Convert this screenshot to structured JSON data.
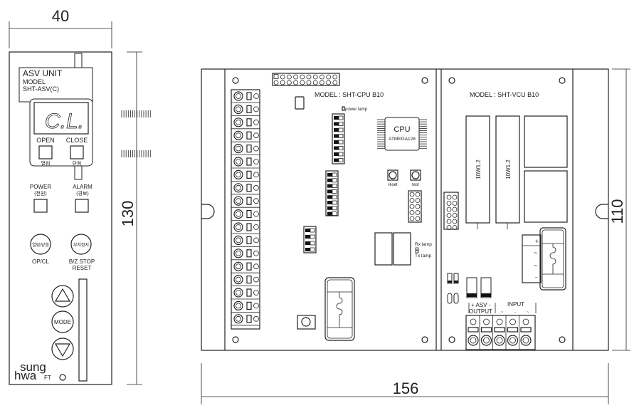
{
  "dimensions": {
    "front_width": "40",
    "front_height": "130",
    "board_width": "156",
    "board_height": "110"
  },
  "front_panel": {
    "label_title": "ASV UNIT",
    "label_model": "MODEL",
    "label_model_no": "SHT-ASV(C)",
    "display_value": "C.L.",
    "open_label": "OPEN",
    "close_label": "CLOSE",
    "open_kr": "열림",
    "close_kr": "닫힘",
    "power_label": "POWER",
    "power_kr": "(전원)",
    "alarm_label": "ALARM",
    "alarm_kr": "(경보)",
    "opcl_button": "열림/닫힘",
    "buzzer_button": "부저정지",
    "opcl_label": "OP/CL",
    "bz_label": "B/Z STOP",
    "reset_label": "RESET",
    "mode_button": "MODE",
    "logo_line1": "sung",
    "logo_line2": "hwa",
    "logo_suffix": "FT"
  },
  "cpu_board": {
    "model": "MODEL : SHT-CPU B10",
    "power_lamp": "power lamp",
    "cpu_label": "CPU",
    "cpu_chip": "ATMEGA128",
    "reset": "reset",
    "test": "test",
    "rx_lamp": "Rx lamp",
    "tx_lamp": "Tx lamp"
  },
  "vcu_board": {
    "model": "MODEL : SHT-VCU B10",
    "resistor1": "10W1.2",
    "resistor2": "10W1.2",
    "plus": "+",
    "tilde1": "~",
    "tilde2": "~",
    "minus": "-",
    "asv_label": "+ ASV -",
    "output_label": "OUTPUT",
    "input_label": "INPUT",
    "input_t1": "~",
    "input_t2": "-",
    "input_t3": "~"
  }
}
